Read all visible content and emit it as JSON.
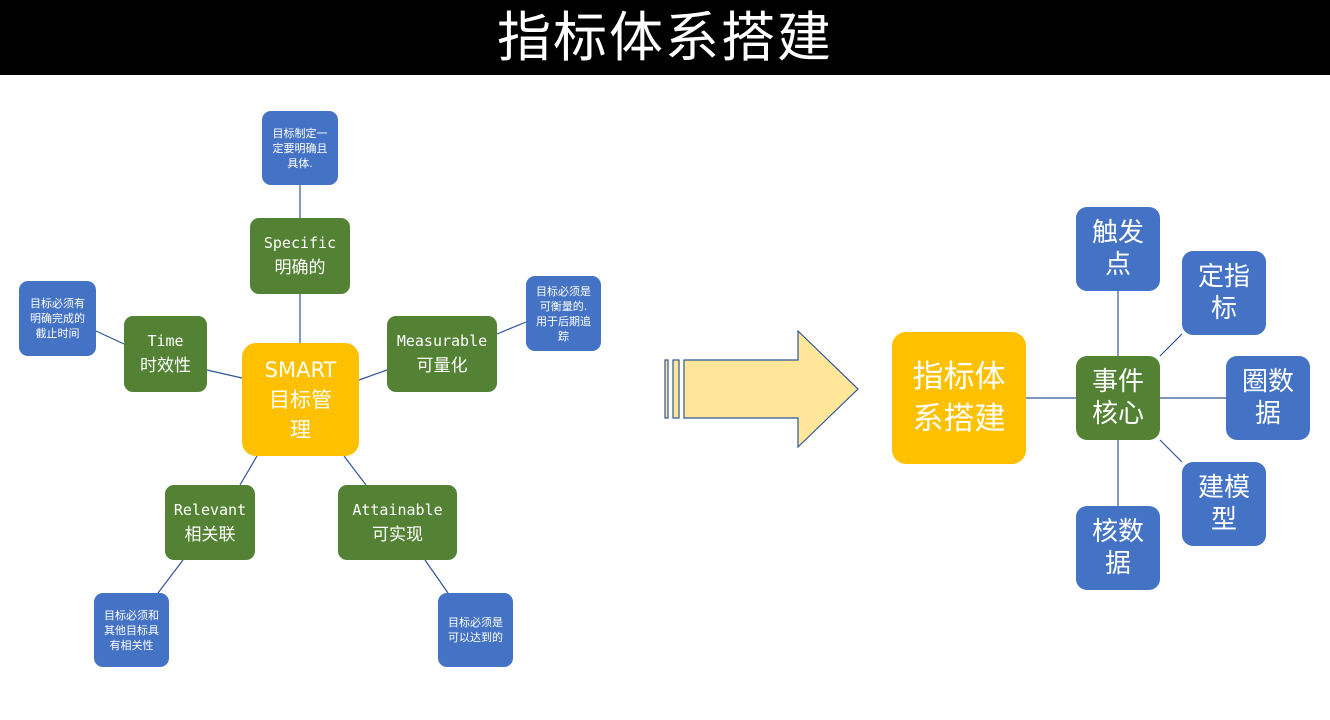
{
  "title": "指标体系搭建",
  "colors": {
    "title_bar": "#000000",
    "blue_node": "#4472c4",
    "green_node": "#548235",
    "orange_node": "#ffc000",
    "arrow_fill": "#ffe699",
    "connector": "#2f5597"
  },
  "smart": {
    "center": {
      "line1": "SMART",
      "line2": "目标管",
      "line3": "理"
    },
    "specific": {
      "en": "Specific",
      "zh": "明确的",
      "note_l1": "目标制定一",
      "note_l2": "定要明确且",
      "note_l3": "具体."
    },
    "measurable": {
      "en": "Measurable",
      "zh": "可量化",
      "note_l1": "目标必须是",
      "note_l2": "可衡量的.",
      "note_l3": "用于后期追",
      "note_l4": "踪"
    },
    "attainable": {
      "en": "Attainable",
      "zh": "可实现",
      "note_l1": "目标必须是",
      "note_l2": "可以达到的"
    },
    "relevant": {
      "en": "Relevant",
      "zh": "相关联",
      "note_l1": "目标必须和",
      "note_l2": "其他目标具",
      "note_l3": "有相关性"
    },
    "time": {
      "en": "Time",
      "zh": "时效性",
      "note_l1": "目标必须有",
      "note_l2": "明确完成的",
      "note_l3": "截止时间"
    }
  },
  "arrow_icon": "right-arrow-icon",
  "system": {
    "center": {
      "line1": "指标体",
      "line2": "系搭建"
    },
    "core": {
      "line1": "事件",
      "line2": "核心"
    },
    "trigger": {
      "line1": "触发",
      "line2": "点"
    },
    "define_metrics": {
      "line1": "定指",
      "line2": "标"
    },
    "circle_data": {
      "line1": "圈数",
      "line2": "据"
    },
    "build_model": {
      "line1": "建模",
      "line2": "型"
    },
    "verify_data": {
      "line1": "核数",
      "line2": "据"
    }
  }
}
